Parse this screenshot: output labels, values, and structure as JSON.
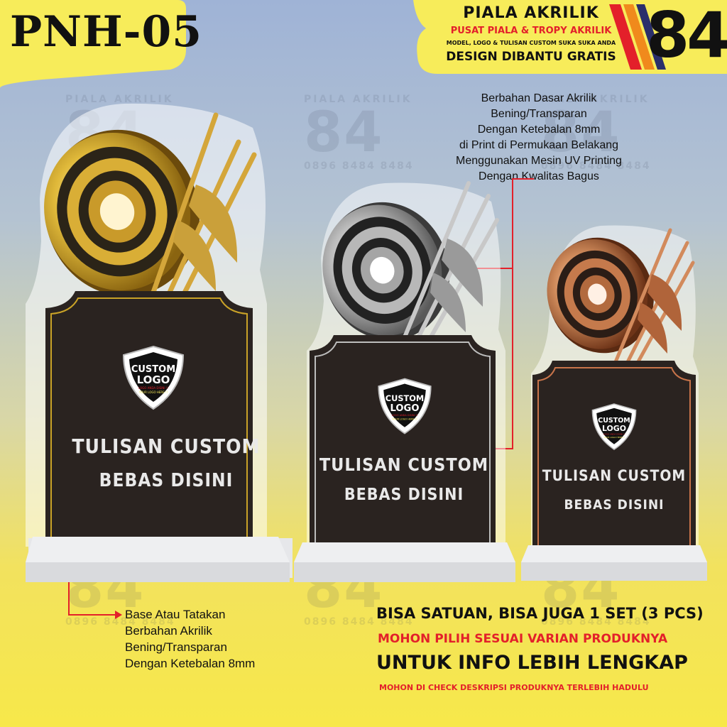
{
  "product_code": "PNH-05",
  "brand": {
    "name": "PIALA AKRILIK",
    "tagline": "PUSAT PIALA & TROPY AKRILIK",
    "subtagline": "MODEL, LOGO & TULISAN CUSTOM SUKA SUKA ANDA",
    "design_line": "DESIGN DIBANTU GRATIS",
    "number": "84"
  },
  "watermark": {
    "title": "PIALA AKRILIK",
    "number": "84",
    "phone": "0896 8484 8484"
  },
  "material_note": [
    "Berbahan Dasar Akrilik Bening/Transparan",
    "Dengan Ketebalan 8mm",
    "di Print di Permukaan Belakang",
    "Menggunakan Mesin UV Printing",
    "Dengan Kwalitas Bagus"
  ],
  "base_note": [
    "Base Atau Tatakan",
    "Berbahan Akrilik",
    "Bening/Transparan",
    "Dengan Ketebalan 8mm"
  ],
  "trophy_text": {
    "line1": "TULISAN CUSTOM",
    "line2": "BEBAS DISINI"
  },
  "logo_badge": {
    "line1": "CUSTOM",
    "line2": "LOGO",
    "small1": "LOGO ANDA DISINI !!",
    "small2": "YOUR LOGO HERE !!"
  },
  "variants": [
    {
      "name": "gold",
      "color": "#c9a227"
    },
    {
      "name": "silver",
      "color": "#bdbdbd"
    },
    {
      "name": "bronze",
      "color": "#c8744a"
    }
  ],
  "footer": {
    "line1": "BISA SATUAN, BISA JUGA 1 SET (3 PCS)",
    "line2": "MOHON PILIH SESUAI VARIAN PRODUKNYA",
    "line3": "UNTUK INFO LEBIH LENGKAP",
    "line4": "MOHON DI CHECK DESKRIPSI PRODUKNYA TERLEBIH HADULU"
  },
  "colors": {
    "header_yellow": "#f7ec5a",
    "accent_red": "#e3202a",
    "plate_dark": "#2a2320",
    "text_dark": "#111111"
  }
}
